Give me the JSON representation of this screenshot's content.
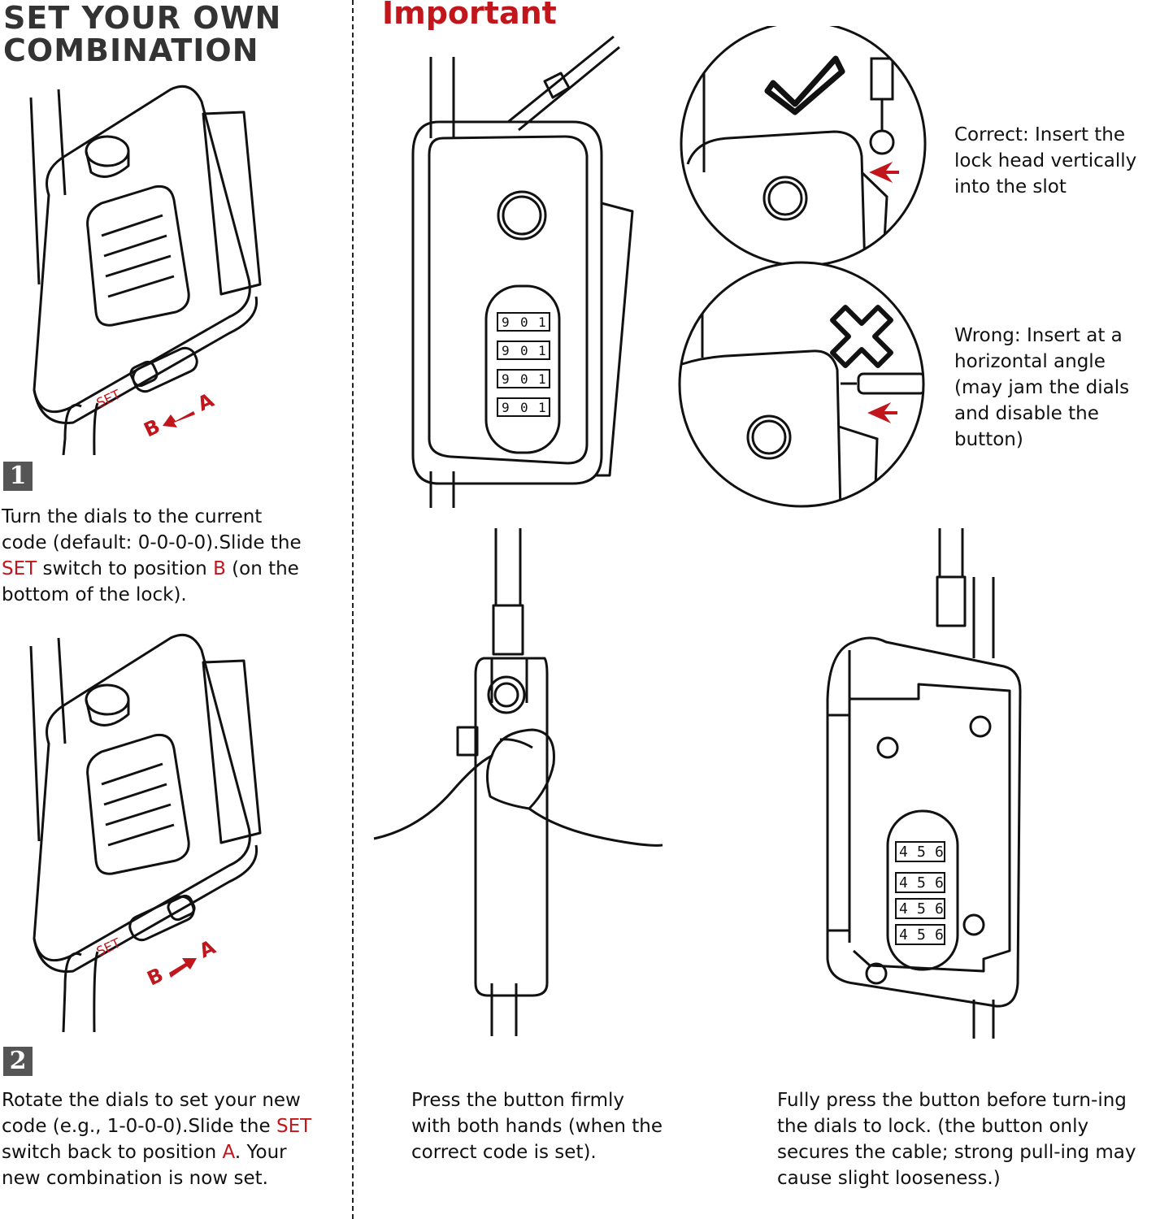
{
  "left": {
    "heading_line1": "SET YOUR OWN",
    "heading_line2": "COMBINATION",
    "lock_labels": {
      "set": "SET",
      "b": "B",
      "a": "A"
    },
    "step1": {
      "number": "1",
      "t1": "Turn the dials to the current code (default: 0-0-0-0).Slide the ",
      "set": "SET",
      "t2": " switch to position ",
      "pos": "B",
      "t3": " (on the bottom of the lock)."
    },
    "step2": {
      "number": "2",
      "t1": "Rotate the dials to set your new code (e.g., 1-0-0-0).Slide the ",
      "set": "SET",
      "t2": " switch back to position ",
      "pos": "A",
      "t3": ". Your new combination is now set."
    }
  },
  "right": {
    "heading": "Important",
    "correct_text": "Correct: Insert the lock head vertically into the slot",
    "wrong_text": "Wrong: Insert at a horizontal angle (may jam the dials and disable the button)",
    "press_text": "Press the button firmly with both hands (when the correct code is set).",
    "fully_text": "Fully press the button before turn-ing the dials to lock. (the button only secures the cable; strong pull-ing may cause slight looseness.)"
  },
  "colors": {
    "accent_red": "#c0161c",
    "badge_gray": "#555555",
    "ink": "#111111"
  }
}
